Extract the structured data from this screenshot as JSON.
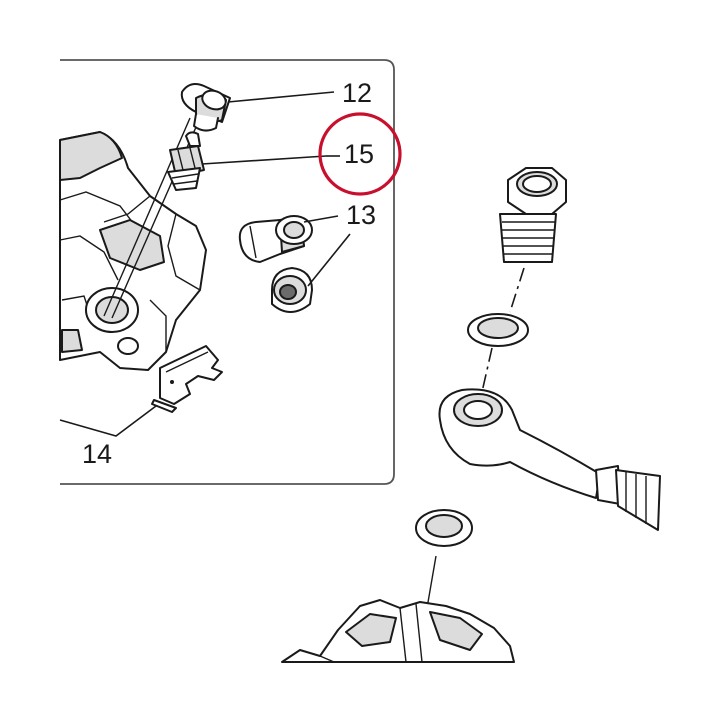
{
  "callouts": [
    {
      "id": "12",
      "label": "12"
    },
    {
      "id": "15",
      "label": "15"
    },
    {
      "id": "13",
      "label": "13"
    },
    {
      "id": "14",
      "label": "14"
    }
  ],
  "colors": {
    "highlight": "#c8102e",
    "line": "#1a1a1a",
    "frame": "#555555",
    "shade": "#dcdcdc"
  },
  "highlighted_callout": "15"
}
